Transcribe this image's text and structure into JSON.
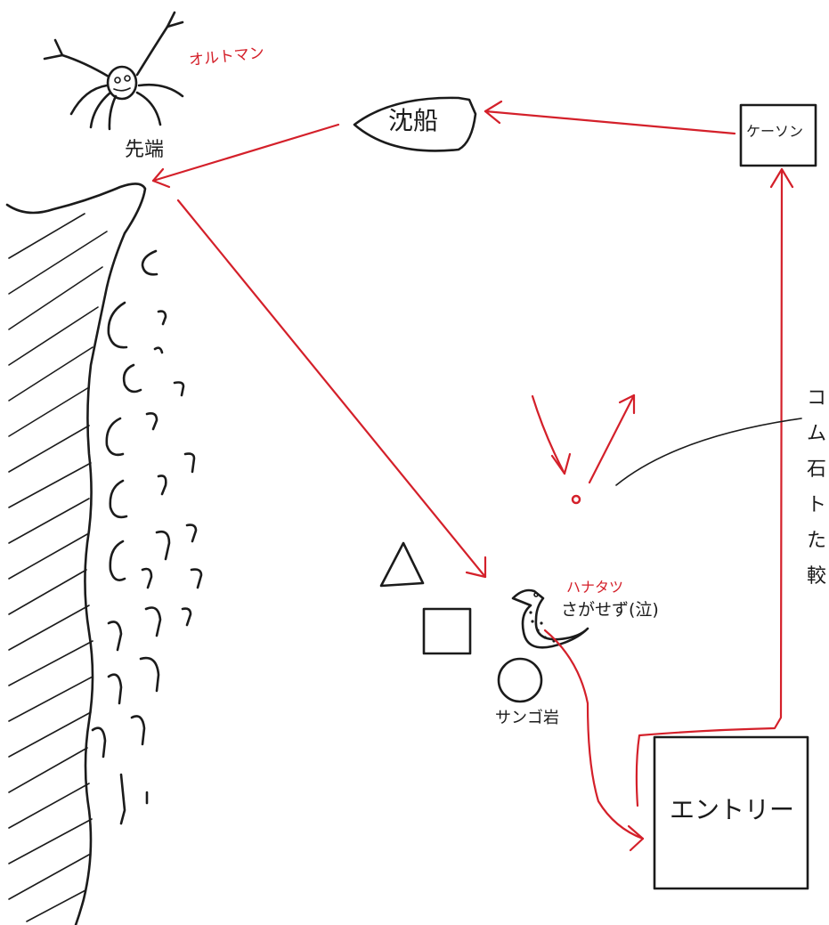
{
  "labels": {
    "oldman": "オルトマン",
    "tip": "先端",
    "shipwreck": "沈船",
    "caisson": "ケーソン",
    "hanatatsu": "ハナタツ",
    "sagasezu": "さがせず(泣)",
    "sango_rock": "サンゴ岩",
    "entry": "エントリー",
    "side_note": [
      "コ",
      "ム",
      "石",
      "ト",
      "た",
      "較"
    ]
  },
  "colors": {
    "ink": "#1b1b1b",
    "route": "#d4202a"
  }
}
